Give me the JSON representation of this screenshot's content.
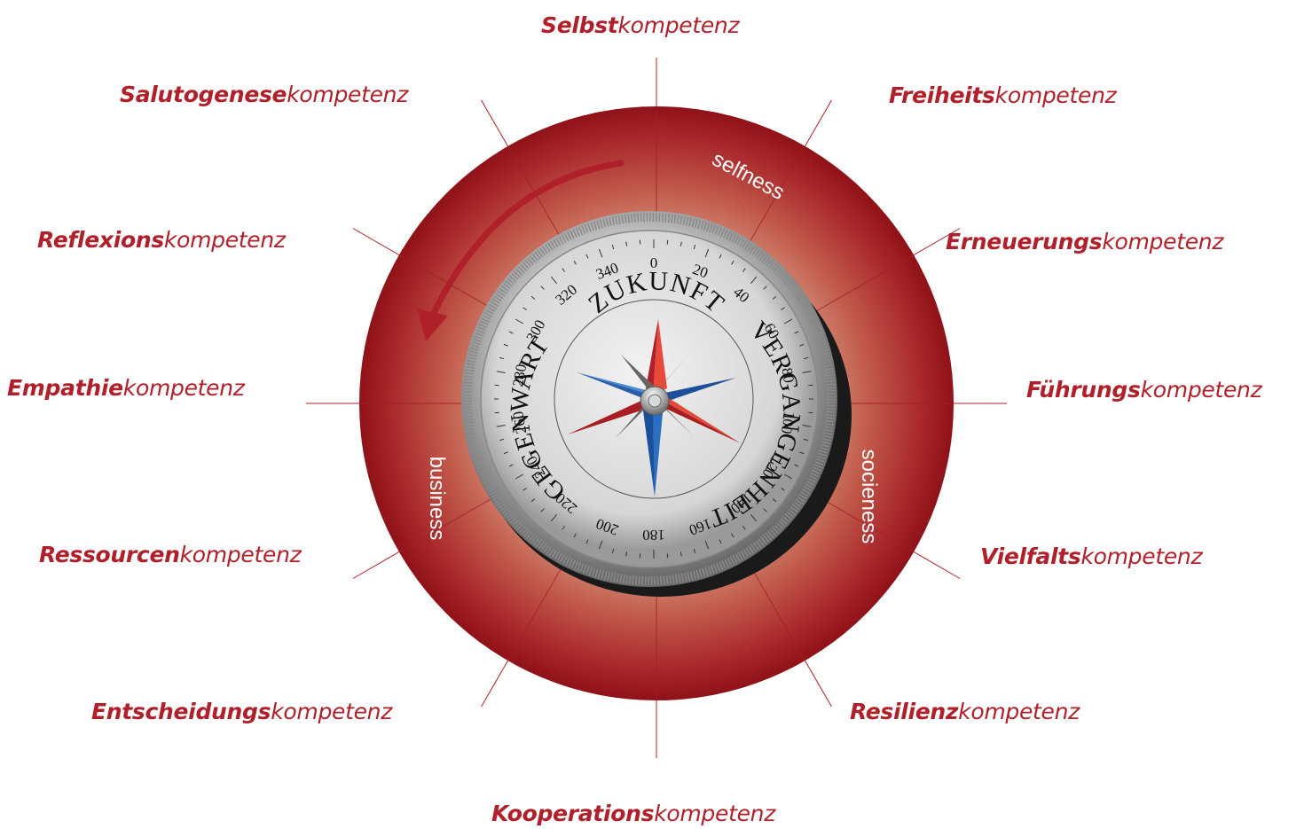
{
  "competences": [
    {
      "id": "selbst",
      "bold": "Selbst",
      "suffix": "kompetenz"
    },
    {
      "id": "freiheits",
      "bold": "Freiheits",
      "suffix": "kompetenz"
    },
    {
      "id": "erneuerungs",
      "bold": "Erneuerungs",
      "suffix": "kompetenz"
    },
    {
      "id": "fuehrungs",
      "bold": "Führungs",
      "suffix": "kompetenz"
    },
    {
      "id": "vielfalts",
      "bold": "Vielfalts",
      "suffix": "kompetenz"
    },
    {
      "id": "resilienz",
      "bold": "Resilienz",
      "suffix": "kompetenz"
    },
    {
      "id": "kooperations",
      "bold": "Kooperations",
      "suffix": "kompetenz"
    },
    {
      "id": "entscheidungs",
      "bold": "Entscheidungs",
      "suffix": "kompetenz"
    },
    {
      "id": "ressourcen",
      "bold": "Ressourcen",
      "suffix": "kompetenz"
    },
    {
      "id": "empathie",
      "bold": "Empathie",
      "suffix": "kompetenz"
    },
    {
      "id": "reflexions",
      "bold": "Reflexions",
      "suffix": "kompetenz"
    },
    {
      "id": "salutogenese",
      "bold": "Salutogenese",
      "suffix": "kompetenz"
    }
  ],
  "ring_labels": {
    "selfness": "selfness",
    "socieness": "socieness",
    "business": "business"
  },
  "compass": {
    "words": {
      "future": "ZUKUNFT",
      "past": "VERGANGENHEIT",
      "present": "GEGENWART"
    },
    "degree_labels": [
      "0",
      "20",
      "40",
      "60",
      "80",
      "100",
      "120",
      "140",
      "160",
      "180",
      "200",
      "220",
      "240",
      "260",
      "280",
      "300",
      "320",
      "340"
    ]
  },
  "colors": {
    "accent": "#b0202a",
    "ring_dark": "#8e1218",
    "ring_light": "#c97a66"
  }
}
